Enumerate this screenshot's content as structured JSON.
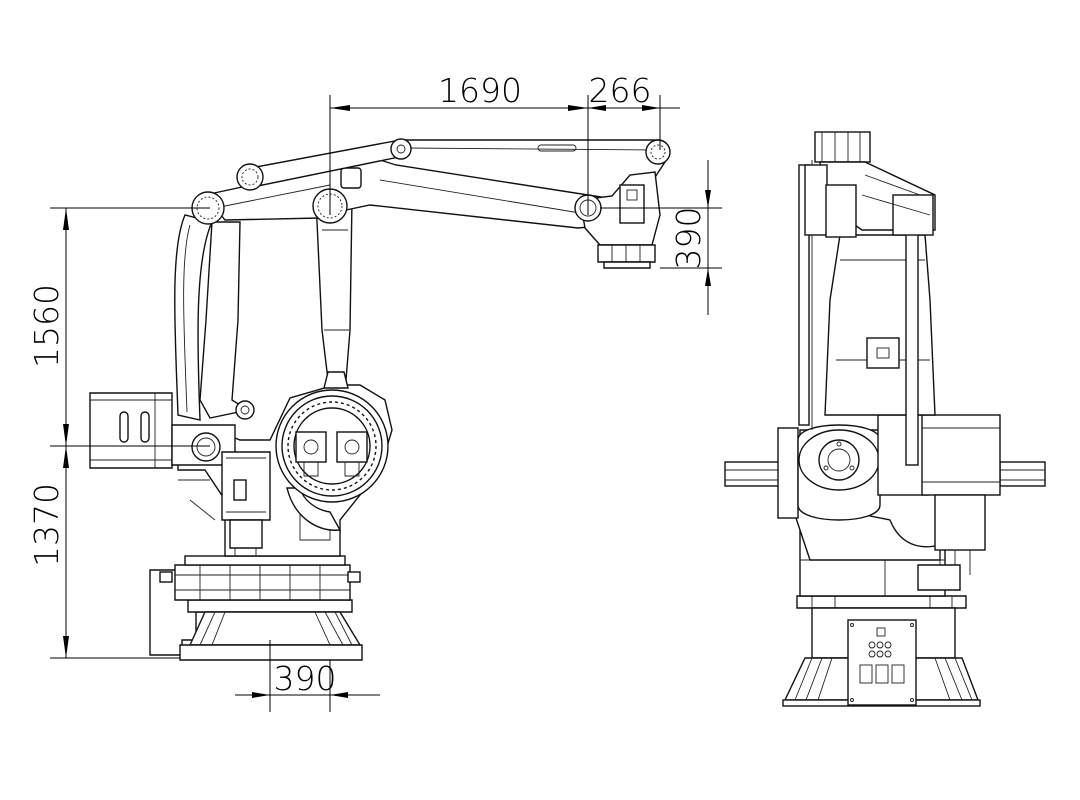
{
  "drawing": {
    "dimensions": {
      "reach_horizontal": "1690",
      "wrist_offset": "266",
      "flange_height": "390",
      "upper_height": "1560",
      "lower_height": "1370",
      "base_offset": "390"
    }
  }
}
